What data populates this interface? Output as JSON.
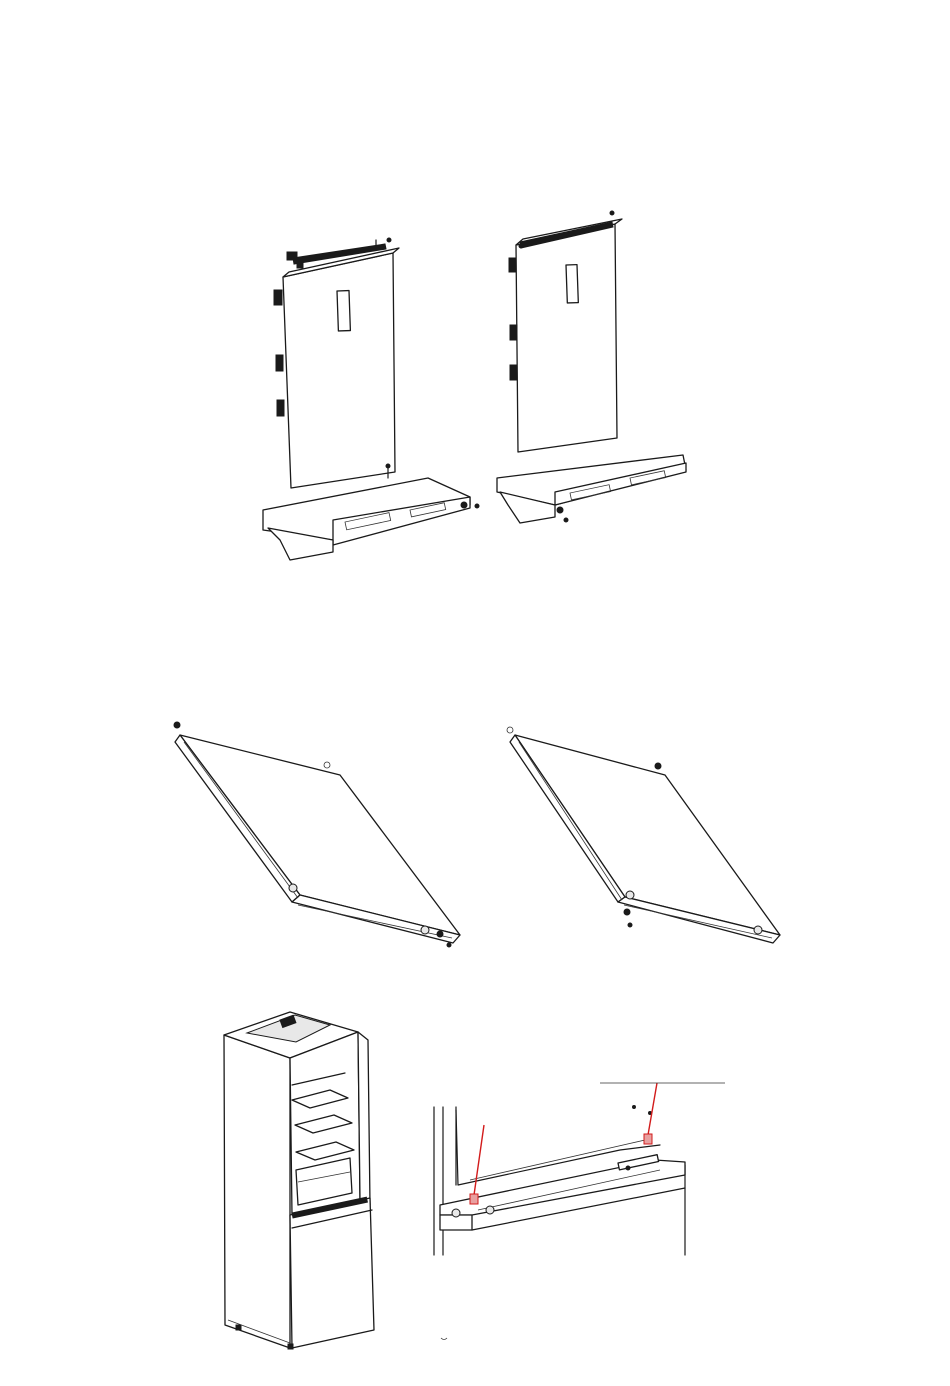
{
  "figure": {
    "sections": [
      {
        "id": "doors-on-hinges",
        "panels": [
          "door-left-hinged",
          "door-right-hinged"
        ]
      },
      {
        "id": "door-flat",
        "panels": [
          "door-flat-left",
          "door-flat-right"
        ]
      },
      {
        "id": "fridge",
        "panels": [
          "fridge-open-view",
          "hinge-detail-view"
        ]
      }
    ]
  },
  "colors": {
    "line": "#1a1a1a",
    "highlight": "#d21b1b",
    "background": "#ffffff"
  }
}
